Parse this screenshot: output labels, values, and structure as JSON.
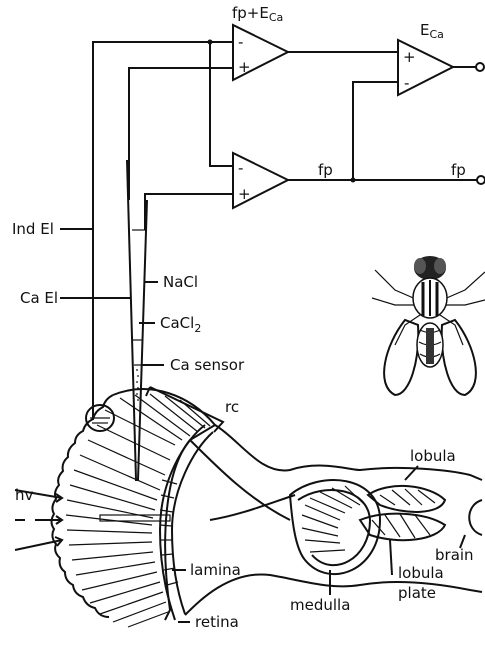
{
  "labels": {
    "amp_fp_eca": "fp+ECa",
    "amp_eca": "ECa",
    "fp_mid": "fp",
    "fp_out": "fp",
    "ind_el": "Ind El",
    "ca_el": "Ca El",
    "nacl": "NaCl",
    "cacl2": "CaCl2",
    "ca_sensor": "Ca  sensor",
    "rc": "rc",
    "hv": "hv",
    "lamina": "lamina",
    "retina": "retina",
    "medulla": "medulla",
    "lobula": "lobula",
    "lobula_plate": "lobula plate",
    "brain": "brain",
    "plus": "+",
    "minus": "-"
  }
}
